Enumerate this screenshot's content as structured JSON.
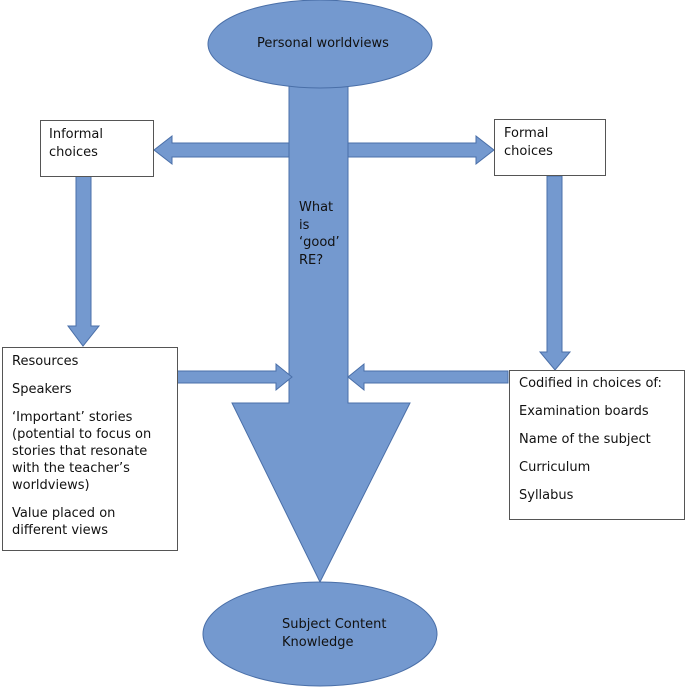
{
  "top_ellipse": {
    "label": "Personal worldviews"
  },
  "bottom_ellipse": {
    "label": "Subject Content\nKnowledge"
  },
  "center_question": "What\nis\n‘good’\nRE?",
  "informal_choices": {
    "title": "Informal\nchoices"
  },
  "formal_choices": {
    "title": "Formal\nchoices"
  },
  "informal_details": {
    "items": [
      "Resources",
      "Speakers",
      "‘Important’ stories\n(potential to focus on\nstories that resonate\nwith the teacher’s\nworldviews)",
      "Value placed on\ndifferent views"
    ]
  },
  "formal_details": {
    "items": [
      "Codified in choices of:",
      "Examination boards",
      "Name of the subject",
      "Curriculum",
      "Syllabus"
    ]
  },
  "colors": {
    "shape_fill": "#7499cf",
    "shape_stroke": "#4a6fa8",
    "box_border": "#555555"
  }
}
